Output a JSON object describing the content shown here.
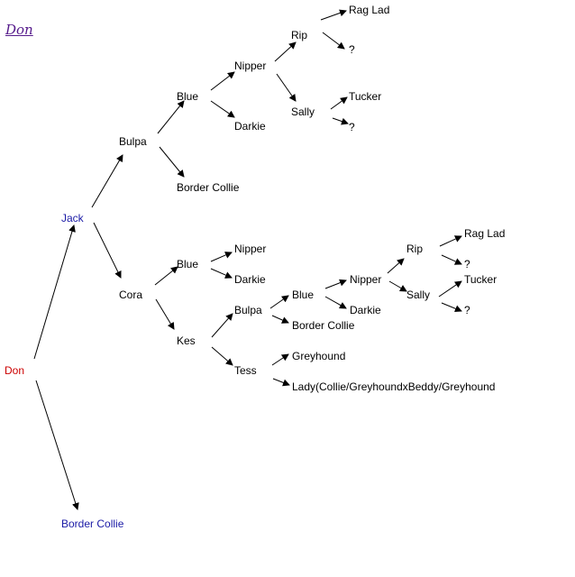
{
  "title_link": "Don",
  "colors": {
    "root": "#cc0000",
    "sire": "#1a1aa6",
    "text": "#000000",
    "link": "#551a8b"
  },
  "nodes": {
    "don": "Don",
    "jack": "Jack",
    "border_collie_dam": "Border Collie",
    "bulpa": "Bulpa",
    "cora": "Cora",
    "blue_1": "Blue",
    "border_collie_1": "Border Collie",
    "nipper_1": "Nipper",
    "darkie_1": "Darkie",
    "rip_1": "Rip",
    "sally_1": "Sally",
    "rag_lad_1": "Rag Lad",
    "unknown_1": "?",
    "tucker_1": "Tucker",
    "unknown_2": "?",
    "blue_2": "Blue",
    "kes": "Kes",
    "nipper_2": "Nipper",
    "darkie_2": "Darkie",
    "bulpa_2": "Bulpa",
    "tess": "Tess",
    "blue_3": "Blue",
    "border_collie_2": "Border Collie",
    "nipper_3": "Nipper",
    "darkie_3": "Darkie",
    "rip_2": "Rip",
    "sally_2": "Sally",
    "rag_lad_2": "Rag Lad",
    "unknown_3": "?",
    "tucker_2": "Tucker",
    "unknown_4": "?",
    "greyhound": "Greyhound",
    "lady": "Lady(Collie/GreyhoundxBeddy/Greyhound"
  }
}
